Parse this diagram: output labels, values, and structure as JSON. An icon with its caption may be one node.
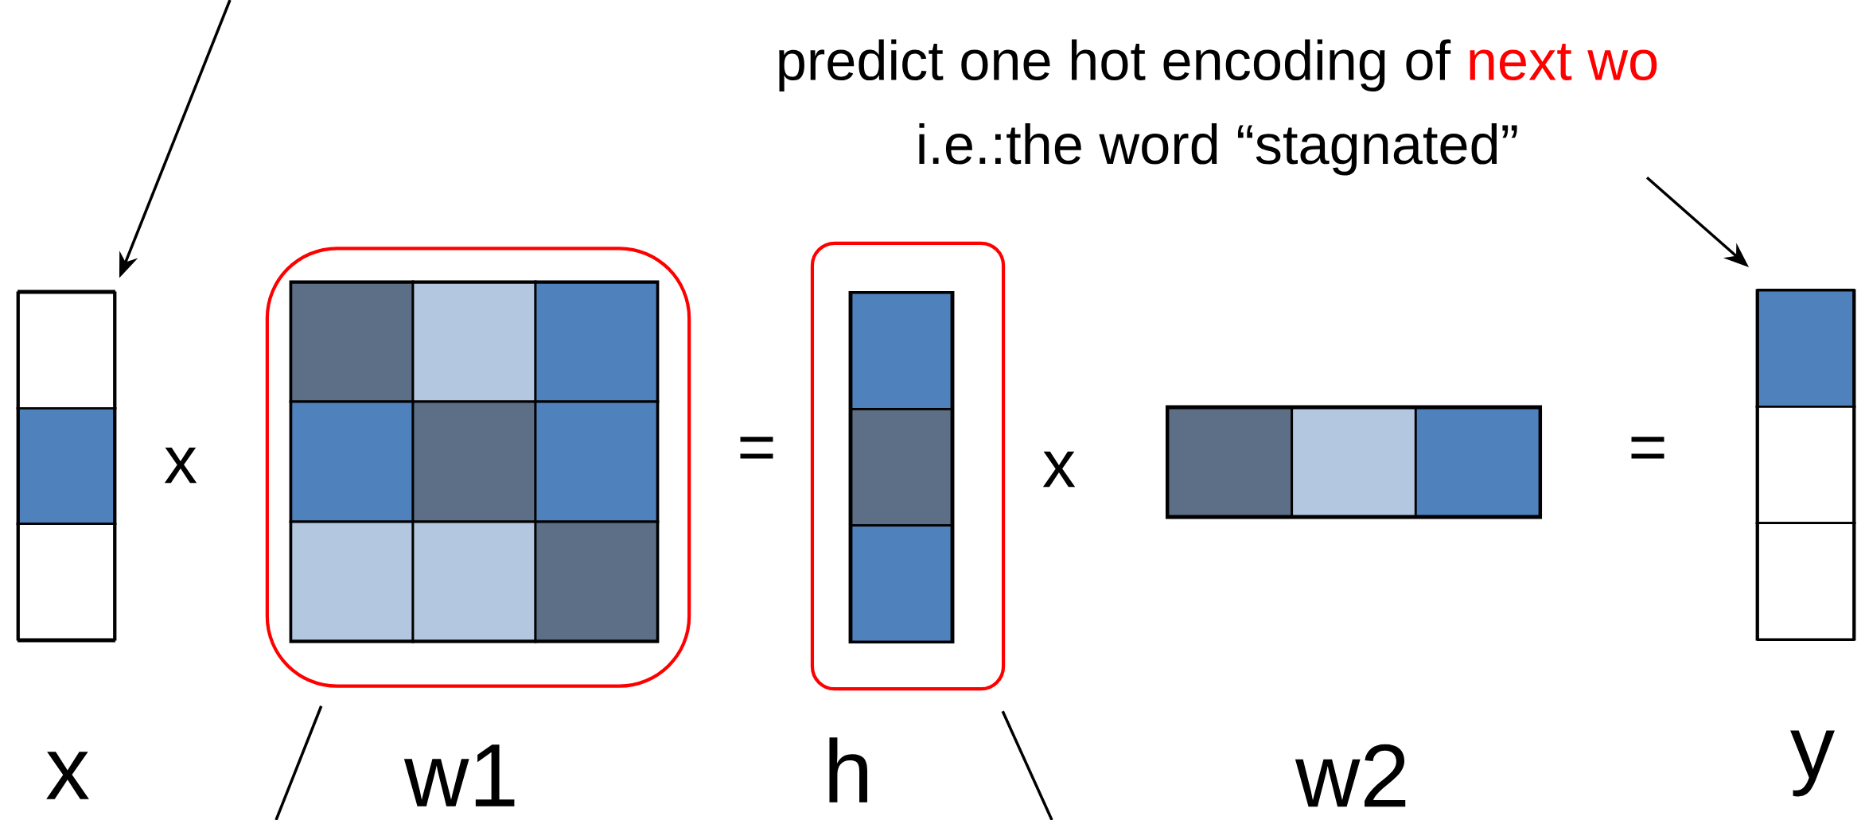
{
  "diagram": {
    "nodes": [
      {
        "text": [],
        "shape": "bar",
        "beside": [
          "x"
        ]
      },
      {
        "text": [],
        "shape": "box",
        "beside": [
          "w1"
        ]
      },
      {
        "text": [],
        "shape": "grid",
        "in": 1
      },
      {
        "text": [],
        "shape": "box",
        "beside": [
          "h"
        ]
      },
      {
        "text": [],
        "shape": "bar",
        "in": 3
      },
      {
        "text": [],
        "shape": "bar",
        "beside": [
          "w2"
        ]
      },
      {
        "text": [],
        "shape": "bar",
        "beside": [
          "y"
        ]
      },
      {
        "text": [
          "predict one hot encoding of",
          "next wo",
          "i.e.:the word “stagnated”"
        ]
      }
    ],
    "edges": [
      {
        "from": null,
        "to": 0,
        "arrow": "to"
      },
      {
        "from": 7,
        "to": 6,
        "arrow": "to"
      },
      {
        "from": 1,
        "to": null,
        "arrow": "none"
      },
      {
        "from": 3,
        "to": null,
        "arrow": "none"
      }
    ],
    "labels": [
      "x",
      "=",
      "x",
      "="
    ]
  }
}
